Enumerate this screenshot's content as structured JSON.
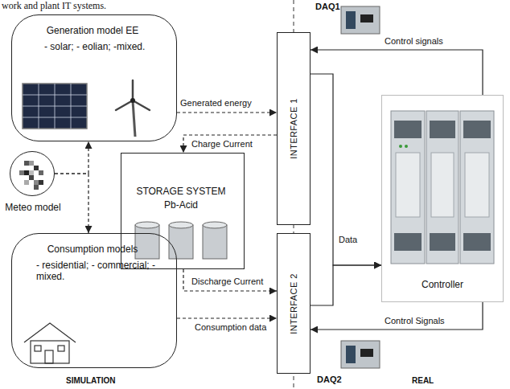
{
  "diagram": {
    "nodes": [
      {
        "text": [
          "Generation model EE",
          "- solar; - eolian; -mixed."
        ]
      },
      {
        "text": [
          "INTERFACE 1"
        ]
      },
      {
        "text": [
          "Meteo model"
        ]
      },
      {
        "text": [
          "STORAGE SYSTEM",
          "Pb-Acid"
        ]
      },
      {
        "text": [
          "Controller"
        ]
      },
      {
        "text": [
          "Consumption models",
          "- residential; - commercial; -mixed."
        ]
      },
      {
        "text": [
          "INTERFACE 2"
        ]
      }
    ],
    "edges": [
      {
        "from": 0,
        "to": 1,
        "arrow": "to",
        "label": "Generated energy"
      },
      {
        "from": 1,
        "to": 3,
        "arrow": "to",
        "label": "Charge Current"
      },
      {
        "from": 3,
        "to": 6,
        "arrow": "to",
        "label": "Discharge Current"
      },
      {
        "from": 5,
        "to": 6,
        "arrow": "to",
        "label": "Consumption data"
      },
      {
        "from": 2,
        "to": 0,
        "arrow": "to"
      },
      {
        "from": 2,
        "to": 5,
        "arrow": "to"
      },
      {
        "from": 1,
        "to": 4,
        "arrow": "to",
        "label": "Data"
      },
      {
        "from": 6,
        "to": 4,
        "arrow": "to"
      },
      {
        "from": 4,
        "to": 1,
        "arrow": "to",
        "label": "Control signals"
      },
      {
        "from": 4,
        "to": 6,
        "arrow": "to",
        "label": "Control Signals"
      }
    ],
    "labels": [
      "work and plant IT systems.",
      "DAQ1",
      "DAQ2",
      "SIMULATION",
      "REAL"
    ]
  }
}
